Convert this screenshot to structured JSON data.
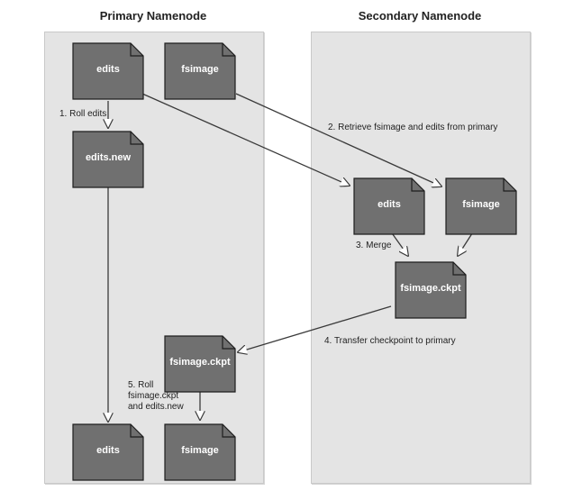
{
  "columns": {
    "primary": "Primary Namenode",
    "secondary": "Secondary Namenode"
  },
  "files": {
    "p_edits": "edits",
    "p_fsimage": "fsimage",
    "p_edits_new": "edits.new",
    "s_edits": "edits",
    "s_fsimage": "fsimage",
    "s_fsimage_ckpt": "fsimage.ckpt",
    "p_fsimage_ckpt": "fsimage.ckpt",
    "p_final_edits": "edits",
    "p_final_fsimage": "fsimage"
  },
  "steps": {
    "step1": "1. Roll edits",
    "step2": "2. Retrieve fsimage and edits from primary",
    "step3": "3. Merge",
    "step4": "4. Transfer checkpoint to primary",
    "step5_line1": "5. Roll",
    "step5_line2": "fsimage.ckpt",
    "step5_line3": "and edits.new"
  },
  "colors": {
    "panel": "#e4e4e4",
    "file_fill": "#707070",
    "file_stroke": "#1e1e1e",
    "arrow": "#3a3a3a"
  }
}
